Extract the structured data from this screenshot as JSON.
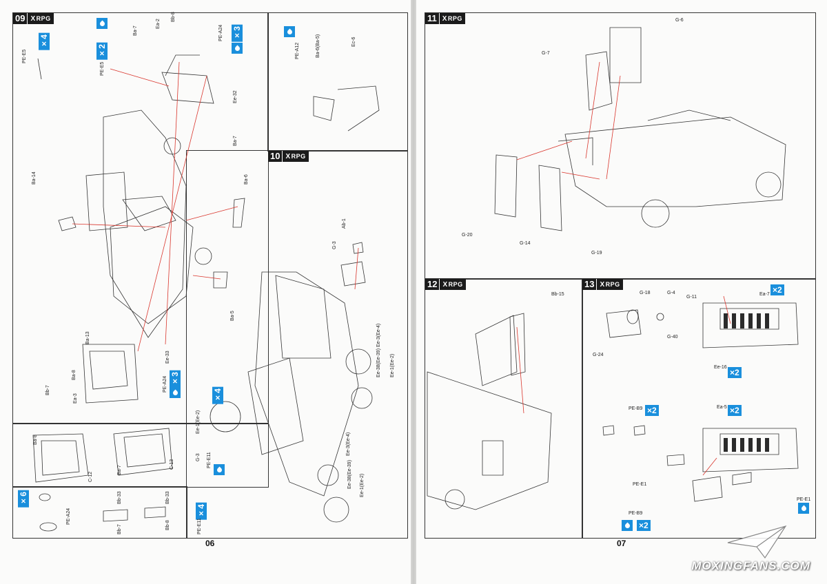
{
  "pages": {
    "left_number": "06",
    "right_number": "07"
  },
  "brand": {
    "x": "X",
    "name": "RPG"
  },
  "watermark": "MOXINGFANS.COM",
  "colors": {
    "badge": "#1a8fdc",
    "arrow": "#d9342b",
    "line": "#333333"
  },
  "steps": [
    {
      "number": "09",
      "badges": [
        "×4",
        "×2",
        "×3",
        "×3"
      ],
      "labels": [
        "PE-E5",
        "PE-E5",
        "Ba-7",
        "Ea-2",
        "Bb-8",
        "PE-A24",
        "Ee-32",
        "Ba-7",
        "Ba-14",
        "Ba-6",
        "Ba-13",
        "Ba-5",
        "Ba-8",
        "Bb-7",
        "Ea-3",
        "Ee-33",
        "PE-A24"
      ]
    },
    {
      "number": "",
      "labels": [
        "Ba-8",
        "C-12",
        "Ba-7",
        "C-13"
      ]
    },
    {
      "number": "",
      "badges": [
        "×6"
      ],
      "labels": [
        "PE-A24",
        "Bb-33",
        "Bb-7",
        "Bb-33",
        "Bb-8"
      ]
    },
    {
      "labels": [
        "PE-A12",
        "Ba-6(Ba-5)",
        "Ec-6"
      ]
    },
    {
      "number": "10",
      "badges": [
        "×4",
        "×4"
      ],
      "labels": [
        "Ab-1",
        "G-3",
        "Ee-3(Ee-4)",
        "Ee-38(Ee-39)",
        "Ee-1(Ee-2)",
        "Ee-1(Ee-2)",
        "G-3",
        "PE-E11",
        "Ee-3(Ee-4)",
        "Ee-38(Ee-39)",
        "Ee-1(Ee-2)",
        "PE-E11"
      ]
    },
    {
      "number": "11",
      "labels": [
        "G-6",
        "G-7",
        "G-20",
        "G-14",
        "G-19"
      ]
    },
    {
      "number": "12",
      "labels": [
        "Bb-15"
      ]
    },
    {
      "number": "13",
      "badges": [
        "×2",
        "×2",
        "×2",
        "×2",
        "×2"
      ],
      "labels": [
        "G-18",
        "G-4",
        "G-11",
        "Ea-7",
        "G-40",
        "G-24",
        "Ee-16",
        "Ea-5",
        "PE-B9",
        "PE-E1",
        "PE-B9",
        "PE-E1"
      ]
    }
  ]
}
